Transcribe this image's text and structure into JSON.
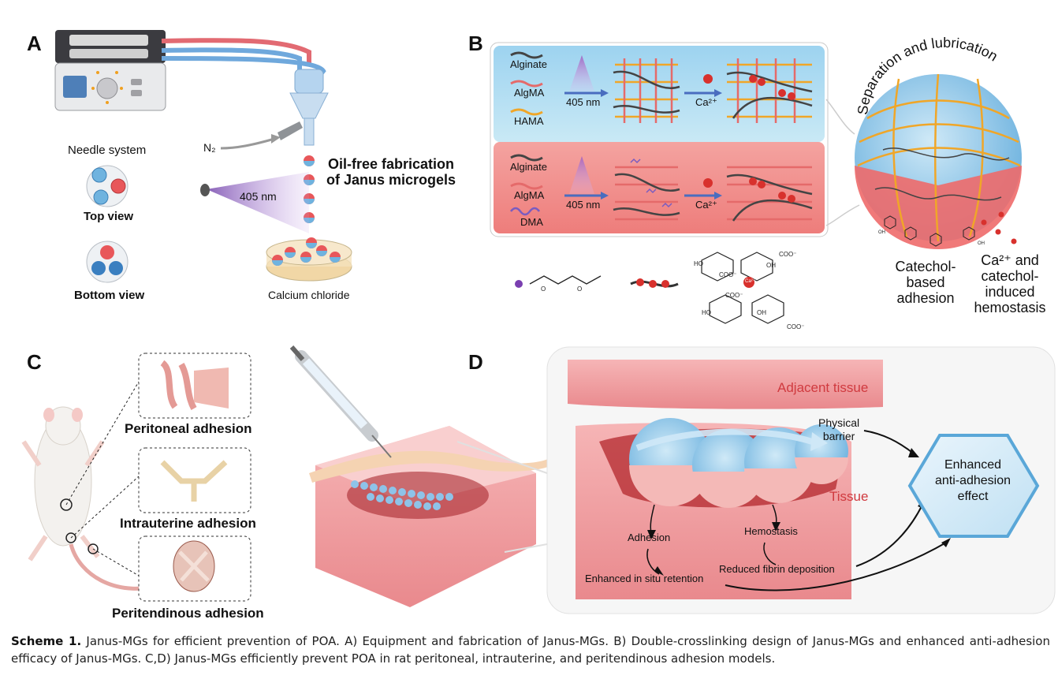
{
  "panels": {
    "a": {
      "letter": "A",
      "needle_system": "Needle system",
      "top_view": "Top view",
      "bottom_view": "Bottom view",
      "n2": "N₂",
      "wavelength": "405 nm",
      "oil_free_1": "Oil-free fabrication",
      "oil_free_2": "of Janus microgels",
      "calcium": "Calcium chloride"
    },
    "b": {
      "letter": "B",
      "top_legend": [
        "Alginate",
        "AlgMA",
        "HAMA"
      ],
      "bottom_legend": [
        "Alginate",
        "AlgMA",
        "DMA"
      ],
      "wavelength": "405 nm",
      "calcium_ion": "Ca²⁺",
      "sphere_arc": "Separation and lubrication",
      "catechol_1": "Catechol-",
      "catechol_2": "based",
      "catechol_3": "adhesion",
      "hemo_1": "Ca²⁺ and",
      "hemo_2": "catechol-",
      "hemo_3": "induced",
      "hemo_4": "hemostasis",
      "coo": "COO⁻",
      "ca_small": "Ca²⁺",
      "ho": "HO",
      "oh": "OH",
      "o": "O"
    },
    "c": {
      "letter": "C",
      "peritoneal": "Peritoneal adhesion",
      "intrauterine": "Intrauterine adhesion",
      "peritendinous": "Peritendinous adhesion"
    },
    "d": {
      "letter": "D",
      "adjacent": "Adjacent tissue",
      "physical_1": "Physical",
      "physical_2": "barrier",
      "tissue": "Tissue",
      "adhesion": "Adhesion",
      "hemostasis": "Hemostasis",
      "retention": "Enhanced in situ retention",
      "fibrin": "Reduced fibrin deposition",
      "effect_1": "Enhanced",
      "effect_2": "anti-adhesion",
      "effect_3": "effect"
    }
  },
  "caption": {
    "label": "Scheme 1.",
    "text": " Janus-MGs for efficient prevention of POA. A) Equipment and fabrication of Janus-MGs. B) Double-crosslinking design of Janus-MGs and enhanced anti-adhesion efficacy of Janus-MGs. C,D) Janus-MGs efficiently prevent POA in rat peritoneal, intrauterine, and peritendinous adhesion models."
  },
  "colors": {
    "blue_gel": "#8fc6ea",
    "red_gel": "#e8575a",
    "tissue_pink": "#f2a7a9",
    "hexagon": "#5aa7d8"
  }
}
